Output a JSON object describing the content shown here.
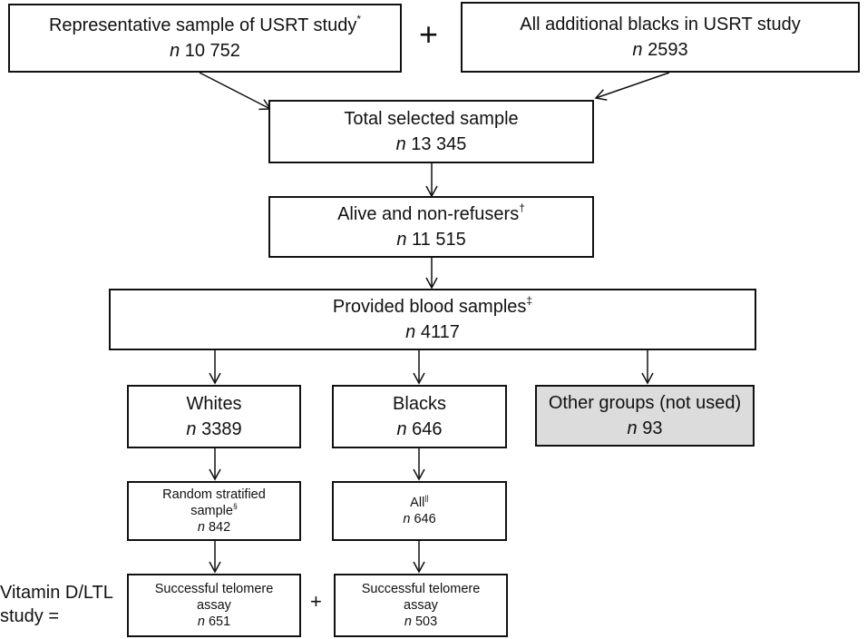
{
  "boxes": {
    "representative": {
      "label": "Representative sample of USRT study",
      "mark": "*",
      "n": "10 752"
    },
    "additional_blacks": {
      "label": "All additional blacks in USRT study",
      "n": "2593"
    },
    "total_selected": {
      "label": "Total selected sample",
      "n": "13 345"
    },
    "alive": {
      "label": "Alive and non-refusers",
      "mark": "†",
      "n": "11 515"
    },
    "blood": {
      "label": "Provided blood samples",
      "mark": "‡",
      "n": "4117"
    },
    "whites": {
      "label": "Whites",
      "n": "3389"
    },
    "blacks": {
      "label": "Blacks",
      "n": "646"
    },
    "other": {
      "label": "Other  groups (not used)",
      "n": "93"
    },
    "random_stratified": {
      "label_line1": "Random stratified",
      "label_line2": "sample",
      "mark": "§",
      "n": "842"
    },
    "all_blacks": {
      "label": "All",
      "mark": "||",
      "n": "646"
    },
    "telomere_whites": {
      "label_line1": "Successful telomere",
      "label_line2": "assay",
      "n": "651"
    },
    "telomere_blacks": {
      "label_line1": "Successful telomere",
      "label_line2": "assay",
      "n": "503"
    }
  },
  "n_prefix": "n",
  "plus_symbol": "+",
  "side_label": {
    "line1": "Vitamin D/LTL",
    "line2": "study ="
  },
  "colors": {
    "line": "#111111",
    "grey_fill": "#dcdcdc"
  }
}
